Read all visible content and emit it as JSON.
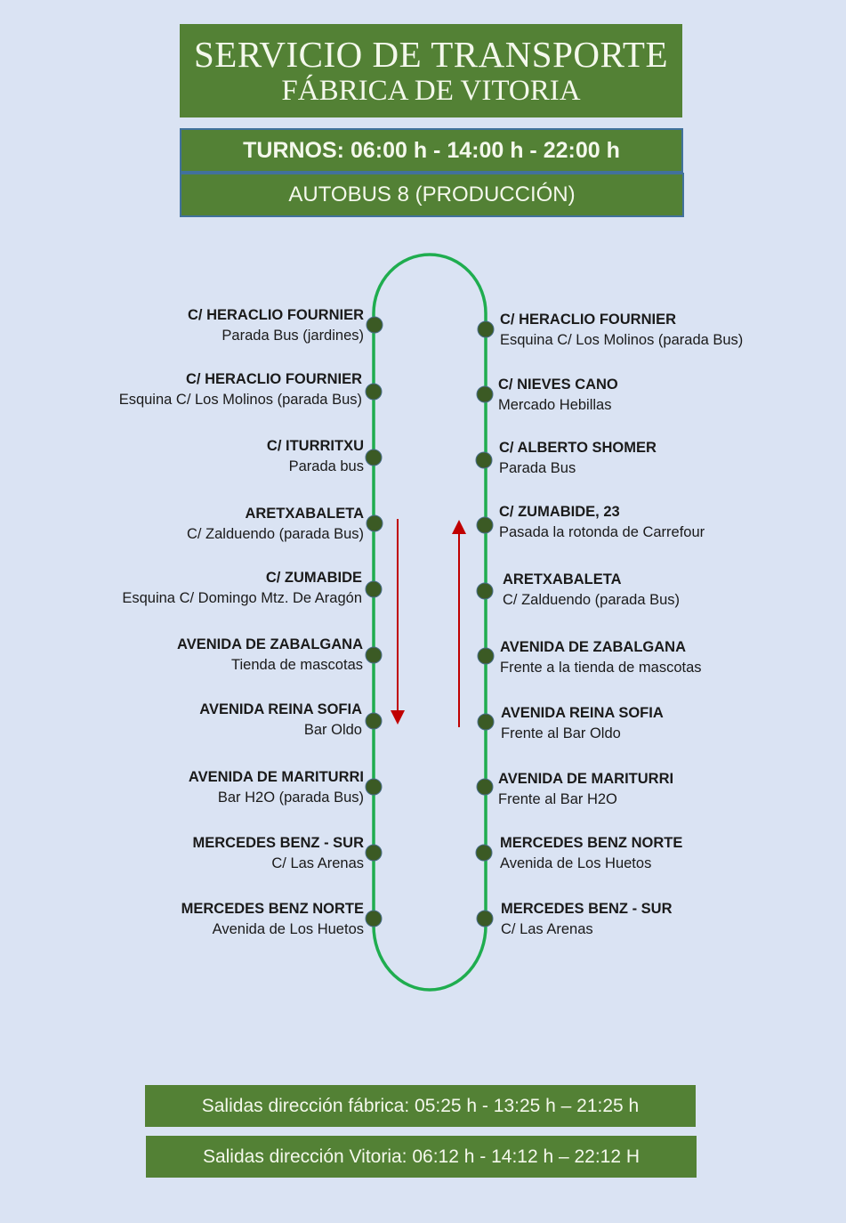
{
  "header": {
    "title_line1": "SERVICIO DE TRANSPORTE",
    "title_line2": "FÁBRICA DE VITORIA",
    "shifts": "TURNOS:  06:00 h - 14:00 h -  22:00 h",
    "bus": "AUTOBUS 8 (PRODUCCIÓN)"
  },
  "route": {
    "line_color": "#1fad4f",
    "stop_color": "#3b5a24",
    "arrow_color": "#c00000",
    "left_direction": "down",
    "right_direction": "up",
    "left_stops": [
      {
        "name": "C/ HERACLIO FOURNIER",
        "detail": "Parada Bus (jardines)"
      },
      {
        "name": "C/ HERACLIO FOURNIER",
        "detail": "Esquina C/ Los Molinos (parada Bus)"
      },
      {
        "name": "C/ ITURRITXU",
        "detail": "Parada bus"
      },
      {
        "name": "ARETXABALETA",
        "detail": "C/ Zalduendo (parada Bus)"
      },
      {
        "name": "C/ ZUMABIDE",
        "detail": "Esquina C/ Domingo Mtz. De Aragón"
      },
      {
        "name": "AVENIDA DE ZABALGANA",
        "detail": "Tienda de mascotas"
      },
      {
        "name": "AVENIDA REINA SOFIA",
        "detail": "Bar Oldo"
      },
      {
        "name": "AVENIDA DE MARITURRI",
        "detail": "Bar H2O (parada Bus)"
      },
      {
        "name": "MERCEDES BENZ - SUR",
        "detail": "C/ Las Arenas"
      },
      {
        "name": "MERCEDES BENZ NORTE",
        "detail": "Avenida de Los Huetos"
      }
    ],
    "right_stops": [
      {
        "name": "C/ HERACLIO FOURNIER",
        "detail": "Esquina C/ Los Molinos (parada Bus)"
      },
      {
        "name": "C/ NIEVES CANO",
        "detail": "Mercado Hebillas"
      },
      {
        "name": "C/ ALBERTO SHOMER",
        "detail": "Parada Bus"
      },
      {
        "name": "C/ ZUMABIDE, 23",
        "detail": "Pasada la rotonda de Carrefour"
      },
      {
        "name": "ARETXABALETA",
        "detail": "C/ Zalduendo (parada Bus)"
      },
      {
        "name": "AVENIDA DE ZABALGANA",
        "detail": "Frente a la tienda de mascotas"
      },
      {
        "name": "AVENIDA REINA SOFIA",
        "detail": "Frente al Bar Oldo"
      },
      {
        "name": "AVENIDA DE MARITURRI",
        "detail": "Frente al Bar H2O"
      },
      {
        "name": "MERCEDES BENZ NORTE",
        "detail": "Avenida de Los Huetos"
      },
      {
        "name": "MERCEDES BENZ - SUR",
        "detail": "C/ Las Arenas"
      }
    ]
  },
  "departures": {
    "to_factory": "Salidas dirección fábrica: 05:25 h  - 13:25 h – 21:25 h",
    "to_vitoria": "Salidas dirección Vitoria: 06:12 h  - 14:12 h – 22:12 H"
  },
  "theme": {
    "background": "#dae3f3",
    "box_green": "#538135",
    "box_border": "#41719c"
  }
}
